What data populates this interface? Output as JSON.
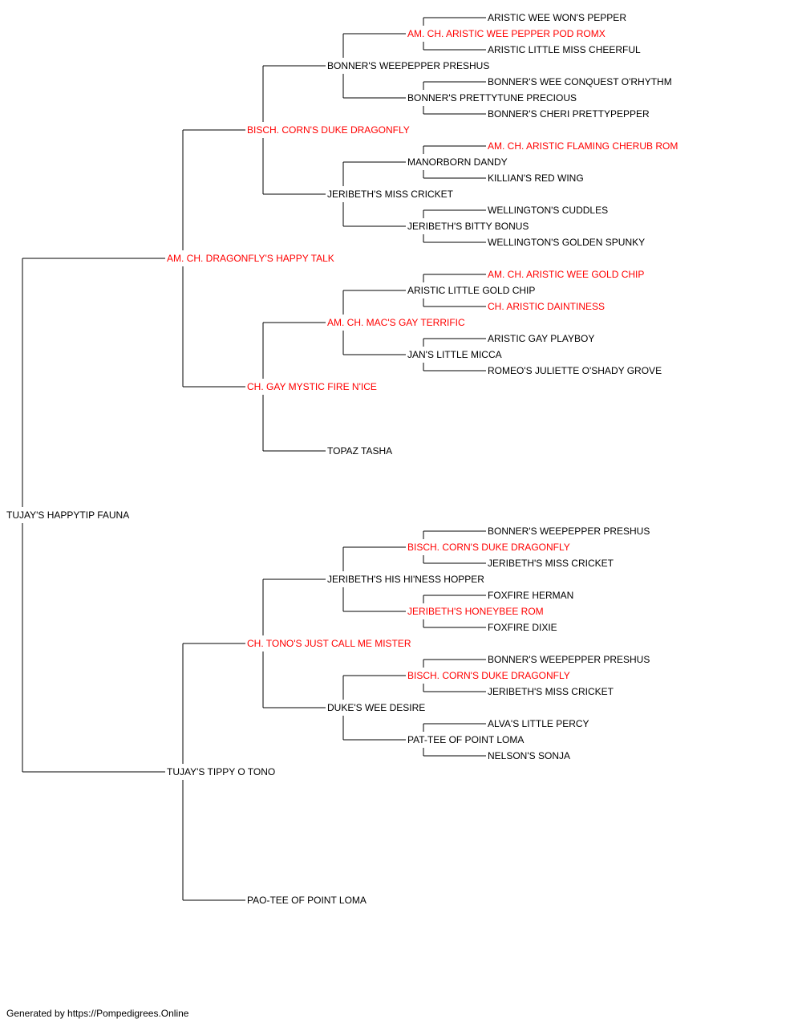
{
  "colors": {
    "champion": "#ff0000",
    "normal": "#000000",
    "line": "#000000"
  },
  "pedigree": {
    "name": "TUJAY'S HAPPYTIP FAUNA",
    "ch": false,
    "sire": {
      "name": "AM. CH. DRAGONFLY'S HAPPY TALK",
      "ch": true,
      "sire": {
        "name": "BISCH. CORN'S DUKE DRAGONFLY",
        "ch": true,
        "sire": {
          "name": "BONNER'S WEEPEPPER PRESHUS",
          "ch": false,
          "sire": {
            "name": "AM. CH. ARISTIC WEE PEPPER POD ROMX",
            "ch": true,
            "sire": {
              "name": "ARISTIC WEE WON'S PEPPER",
              "ch": false
            },
            "dam": {
              "name": "ARISTIC LITTLE MISS CHEERFUL",
              "ch": false
            }
          },
          "dam": {
            "name": "BONNER'S PRETTYTUNE PRECIOUS",
            "ch": false,
            "sire": {
              "name": "BONNER'S WEE CONQUEST O'RHYTHM",
              "ch": false
            },
            "dam": {
              "name": "BONNER'S CHERI PRETTYPEPPER",
              "ch": false
            }
          }
        },
        "dam": {
          "name": "JERIBETH'S MISS CRICKET",
          "ch": false,
          "sire": {
            "name": "MANORBORN DANDY",
            "ch": false,
            "sire": {
              "name": "AM. CH. ARISTIC FLAMING CHERUB ROM",
              "ch": true
            },
            "dam": {
              "name": "KILLIAN'S RED WING",
              "ch": false
            }
          },
          "dam": {
            "name": "JERIBETH'S BITTY BONUS",
            "ch": false,
            "sire": {
              "name": "WELLINGTON'S CUDDLES",
              "ch": false
            },
            "dam": {
              "name": "WELLINGTON'S GOLDEN SPUNKY",
              "ch": false
            }
          }
        }
      },
      "dam": {
        "name": "CH. GAY MYSTIC FIRE N'ICE",
        "ch": true,
        "sire": {
          "name": "AM. CH. MAC'S GAY TERRIFIC",
          "ch": true,
          "sire": {
            "name": "ARISTIC LITTLE GOLD CHIP",
            "ch": false,
            "sire": {
              "name": "AM. CH. ARISTIC WEE GOLD CHIP",
              "ch": true
            },
            "dam": {
              "name": "CH. ARISTIC DAINTINESS",
              "ch": true
            }
          },
          "dam": {
            "name": "JAN'S LITTLE MICCA",
            "ch": false,
            "sire": {
              "name": "ARISTIC GAY PLAYBOY",
              "ch": false
            },
            "dam": {
              "name": "ROMEO'S JULIETTE O'SHADY GROVE",
              "ch": false
            }
          }
        },
        "dam": {
          "name": "TOPAZ TASHA",
          "ch": false
        }
      }
    },
    "dam": {
      "name": "TUJAY'S TIPPY O TONO",
      "ch": false,
      "sire": {
        "name": "CH. TONO'S JUST CALL ME MISTER",
        "ch": true,
        "sire": {
          "name": "JERIBETH'S HIS HI'NESS HOPPER",
          "ch": false,
          "sire": {
            "name": "BISCH. CORN'S DUKE DRAGONFLY",
            "ch": true,
            "sire": {
              "name": "BONNER'S WEEPEPPER PRESHUS",
              "ch": false
            },
            "dam": {
              "name": "JERIBETH'S MISS CRICKET",
              "ch": false
            }
          },
          "dam": {
            "name": "JERIBETH'S HONEYBEE ROM",
            "ch": true,
            "sire": {
              "name": "FOXFIRE HERMAN",
              "ch": false
            },
            "dam": {
              "name": "FOXFIRE DIXIE",
              "ch": false
            }
          }
        },
        "dam": {
          "name": "DUKE'S WEE DESIRE",
          "ch": false,
          "sire": {
            "name": "BISCH. CORN'S DUKE DRAGONFLY",
            "ch": true,
            "sire": {
              "name": "BONNER'S WEEPEPPER PRESHUS",
              "ch": false
            },
            "dam": {
              "name": "JERIBETH'S MISS CRICKET",
              "ch": false
            }
          },
          "dam": {
            "name": "PAT-TEE OF POINT LOMA",
            "ch": false,
            "sire": {
              "name": "ALVA'S LITTLE PERCY",
              "ch": false
            },
            "dam": {
              "name": "NELSON'S SONJA",
              "ch": false
            }
          }
        }
      },
      "dam": {
        "name": "PAO-TEE OF POINT LOMA",
        "ch": false
      }
    }
  },
  "footer": "Generated by https://Pompedigrees.Online"
}
